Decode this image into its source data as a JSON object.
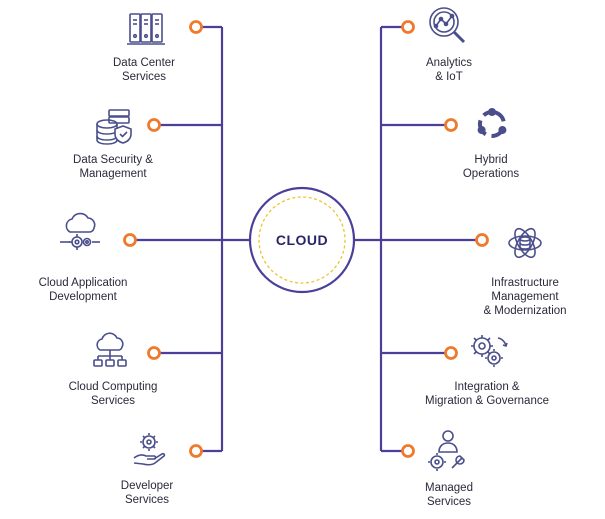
{
  "center": {
    "label": "CLOUD"
  },
  "colors": {
    "line": "#4b3f9a",
    "node": "#f07a2b",
    "icon": "#4a4f8c",
    "dash": "#f2c230",
    "text": "#2a2a3c"
  },
  "left_services": [
    {
      "id": "data-center",
      "icon": "server-rack-icon",
      "lines": [
        "Data Center",
        "Services"
      ]
    },
    {
      "id": "data-security",
      "icon": "database-shield-icon",
      "lines": [
        "Data Security &",
        "Management"
      ]
    },
    {
      "id": "cloud-app-dev",
      "icon": "cloud-gear-icon",
      "lines": [
        "Cloud Application",
        "Development"
      ]
    },
    {
      "id": "cloud-computing",
      "icon": "cloud-network-icon",
      "lines": [
        "Cloud Computing",
        "Services"
      ]
    },
    {
      "id": "developer",
      "icon": "hand-gear-icon",
      "lines": [
        "Developer",
        "Services"
      ]
    }
  ],
  "right_services": [
    {
      "id": "analytics",
      "icon": "magnifier-chart-icon",
      "lines": [
        "Analytics",
        "& IoT"
      ]
    },
    {
      "id": "hybrid",
      "icon": "ubuntu-icon",
      "lines": [
        "Hybrid",
        "Operations"
      ]
    },
    {
      "id": "infrastructure",
      "icon": "atom-database-icon",
      "lines": [
        "Infrastructure",
        "Management",
        "& Modernization"
      ]
    },
    {
      "id": "integration",
      "icon": "gears-cycle-icon",
      "lines": [
        "Integration &",
        "Migration & Governance"
      ]
    },
    {
      "id": "managed",
      "icon": "person-tools-icon",
      "lines": [
        "Managed",
        "Services"
      ]
    }
  ]
}
